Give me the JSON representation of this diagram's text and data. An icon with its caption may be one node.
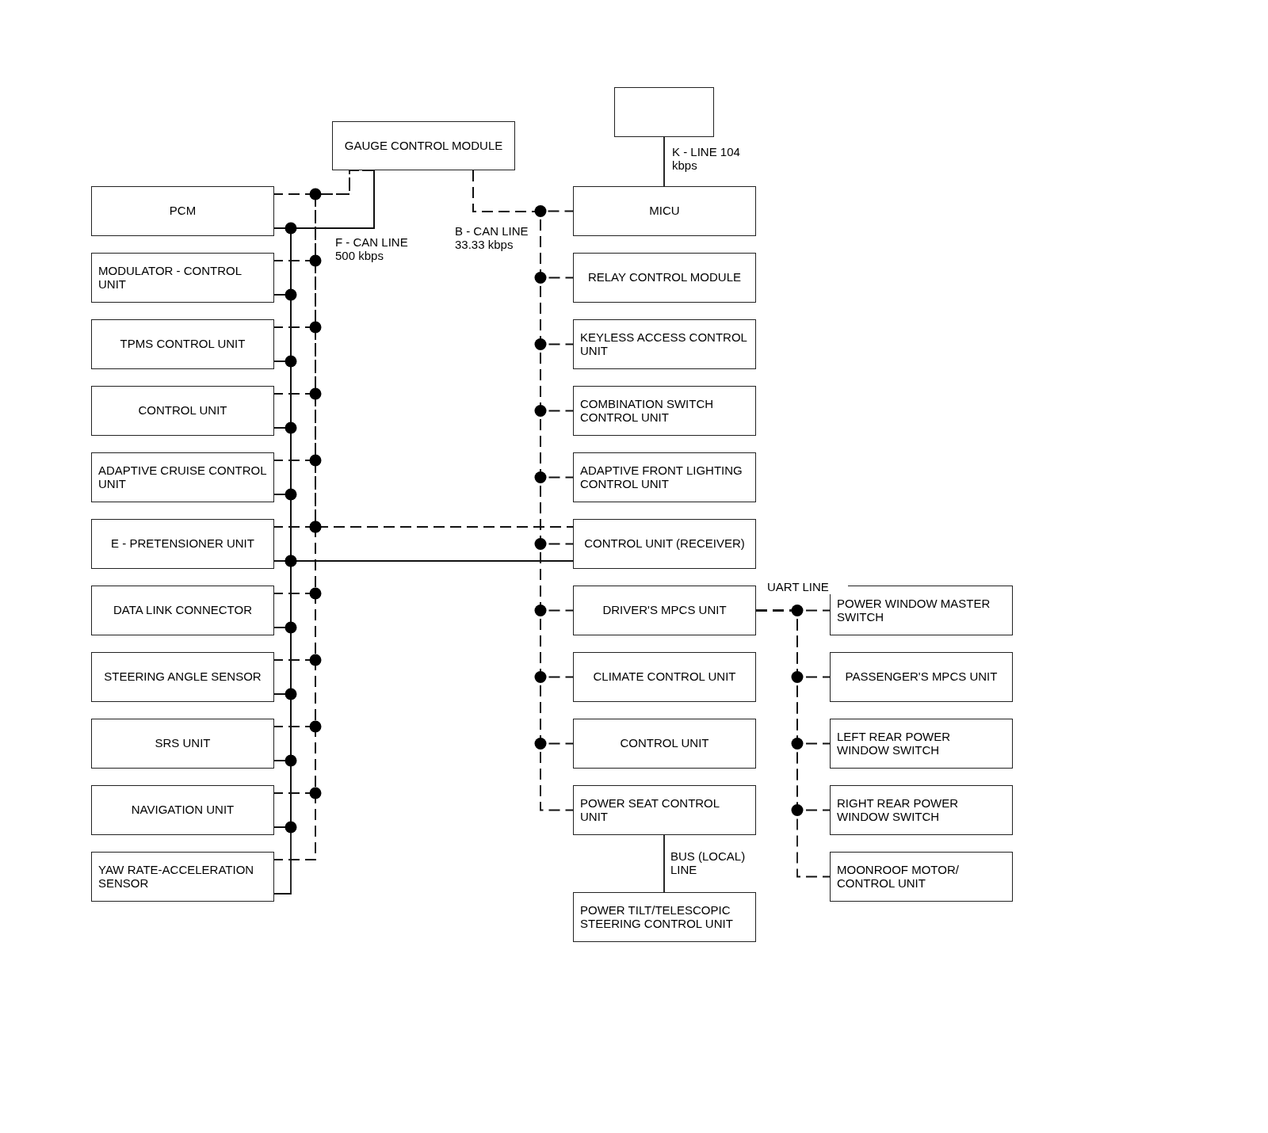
{
  "diagram": {
    "nodes": [
      {
        "text": [
          "GAUGE CONTROL MODULE"
        ]
      },
      {
        "text": [],
        "shape": "box"
      },
      {
        "text": [
          "PCM"
        ]
      },
      {
        "text": [
          "MODULATOR - CONTROL UNIT"
        ]
      },
      {
        "text": [
          "TPMS CONTROL UNIT"
        ]
      },
      {
        "text": [
          "CONTROL UNIT"
        ]
      },
      {
        "text": [
          "ADAPTIVE CRUISE CONTROL UNIT"
        ]
      },
      {
        "text": [
          "E - PRETENSIONER UNIT"
        ]
      },
      {
        "text": [
          "DATA LINK CONNECTOR"
        ]
      },
      {
        "text": [
          "STEERING ANGLE SENSOR"
        ]
      },
      {
        "text": [
          "SRS UNIT"
        ]
      },
      {
        "text": [
          "NAVIGATION UNIT"
        ]
      },
      {
        "text": [
          "YAW RATE-ACCELERATION SENSOR"
        ]
      },
      {
        "text": [
          "MICU"
        ]
      },
      {
        "text": [
          "RELAY CONTROL MODULE"
        ]
      },
      {
        "text": [
          "KEYLESS ACCESS CONTROL UNIT"
        ]
      },
      {
        "text": [
          "COMBINATION SWITCH CONTROL UNIT"
        ]
      },
      {
        "text": [
          "ADAPTIVE FRONT LIGHTING CONTROL UNIT"
        ]
      },
      {
        "text": [
          "CONTROL UNIT (RECEIVER)"
        ]
      },
      {
        "text": [
          "DRIVER'S MPCS UNIT"
        ]
      },
      {
        "text": [
          "CLIMATE CONTROL UNIT"
        ]
      },
      {
        "text": [
          "CONTROL UNIT"
        ]
      },
      {
        "text": [
          "POWER SEAT CONTROL UNIT"
        ]
      },
      {
        "text": [
          "POWER TILT/TELESCOPIC STEERING CONTROL UNIT"
        ]
      },
      {
        "text": [
          "POWER WINDOW MASTER SWITCH"
        ]
      },
      {
        "text": [
          "PASSENGER'S MPCS UNIT"
        ]
      },
      {
        "text": [
          "LEFT REAR POWER WINDOW SWITCH"
        ]
      },
      {
        "text": [
          "RIGHT REAR POWER WINDOW SWITCH"
        ]
      },
      {
        "text": [
          "MOONROOF MOTOR/ CONTROL UNIT"
        ]
      }
    ],
    "edges": [
      {
        "from": 0,
        "to": 2,
        "arrow": "none",
        "style": "dashed",
        "label": "F - CAN LINE 500 kbps"
      },
      {
        "from": 0,
        "to": 3,
        "arrow": "none",
        "style": "dashed"
      },
      {
        "from": 0,
        "to": 4,
        "arrow": "none",
        "style": "dashed"
      },
      {
        "from": 0,
        "to": 5,
        "arrow": "none",
        "style": "dashed"
      },
      {
        "from": 0,
        "to": 6,
        "arrow": "none",
        "style": "dashed"
      },
      {
        "from": 0,
        "to": 7,
        "arrow": "none",
        "style": "dashed"
      },
      {
        "from": 0,
        "to": 8,
        "arrow": "none",
        "style": "dashed"
      },
      {
        "from": 0,
        "to": 9,
        "arrow": "none",
        "style": "dashed"
      },
      {
        "from": 0,
        "to": 10,
        "arrow": "none",
        "style": "dashed"
      },
      {
        "from": 0,
        "to": 11,
        "arrow": "none",
        "style": "dashed"
      },
      {
        "from": 0,
        "to": 12,
        "arrow": "none",
        "style": "dashed"
      },
      {
        "from": 0,
        "to": 18,
        "arrow": "none",
        "style": "dashed"
      },
      {
        "from": 0,
        "to": 13,
        "arrow": "none",
        "style": "dashed",
        "label": "B - CAN LINE 33.33 kbps"
      },
      {
        "from": 0,
        "to": 14,
        "arrow": "none",
        "style": "dashed"
      },
      {
        "from": 0,
        "to": 15,
        "arrow": "none",
        "style": "dashed"
      },
      {
        "from": 0,
        "to": 16,
        "arrow": "none",
        "style": "dashed"
      },
      {
        "from": 0,
        "to": 17,
        "arrow": "none",
        "style": "dashed"
      },
      {
        "from": 0,
        "to": 18,
        "arrow": "none",
        "style": "dashed"
      },
      {
        "from": 0,
        "to": 19,
        "arrow": "none",
        "style": "dashed"
      },
      {
        "from": 0,
        "to": 20,
        "arrow": "none",
        "style": "dashed"
      },
      {
        "from": 0,
        "to": 21,
        "arrow": "none",
        "style": "dashed"
      },
      {
        "from": 0,
        "to": 22,
        "arrow": "none",
        "style": "dashed"
      },
      {
        "from": 1,
        "to": 13,
        "arrow": "none",
        "label": "K - LINE 104 kbps"
      },
      {
        "from": 22,
        "to": 23,
        "arrow": "none",
        "label": "BUS (LOCAL) LINE"
      },
      {
        "from": 19,
        "to": 24,
        "arrow": "none",
        "style": "dashed",
        "label": "UART LINE"
      },
      {
        "from": 19,
        "to": 25,
        "arrow": "none",
        "style": "dashed"
      },
      {
        "from": 19,
        "to": 26,
        "arrow": "none",
        "style": "dashed"
      },
      {
        "from": 19,
        "to": 27,
        "arrow": "none",
        "style": "dashed"
      },
      {
        "from": 19,
        "to": 28,
        "arrow": "none",
        "style": "dashed"
      }
    ]
  }
}
